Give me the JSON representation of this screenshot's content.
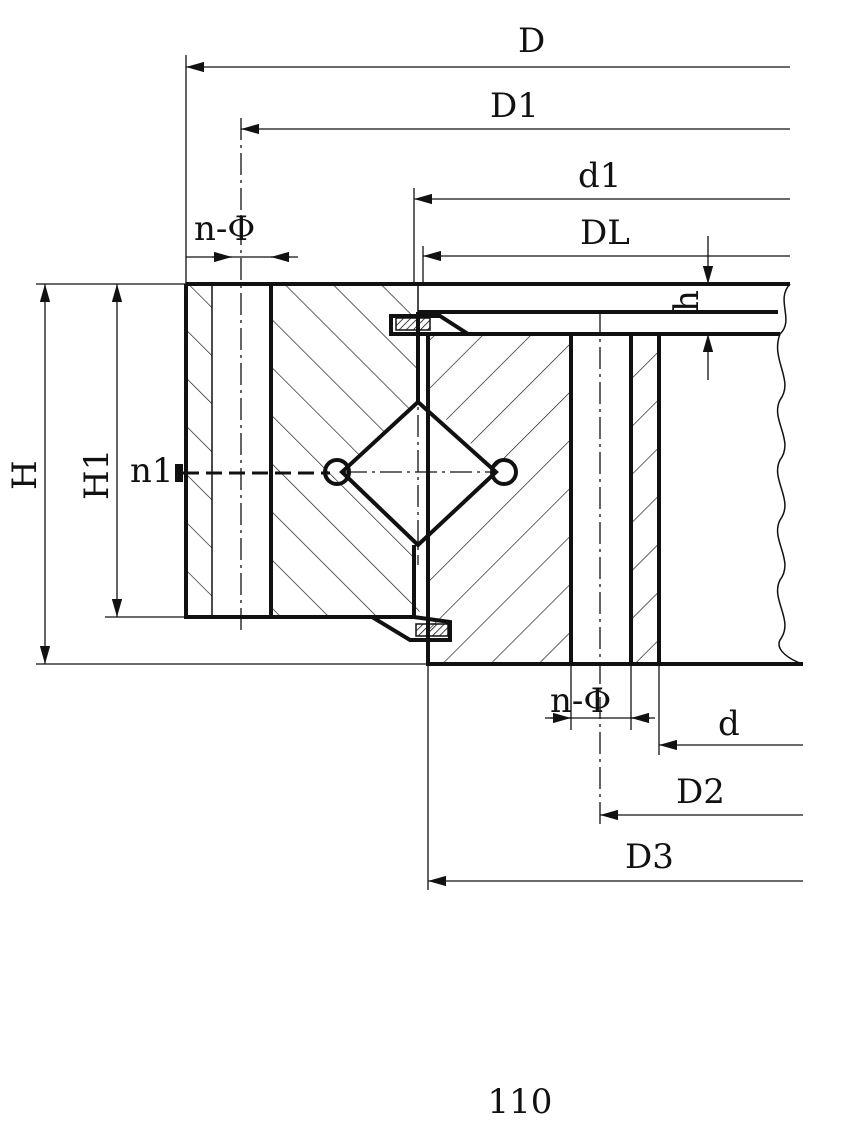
{
  "labels": {
    "D": "D",
    "D1": "D1",
    "d1": "d1",
    "DL": "DL",
    "n_phi_top": "n-Φ",
    "h": "h",
    "H": "H",
    "H1": "H1",
    "n1": "n1",
    "n_phi_bottom": "n-Φ",
    "d": "d",
    "D2": "D2",
    "D3": "D3"
  },
  "page_number": "110"
}
